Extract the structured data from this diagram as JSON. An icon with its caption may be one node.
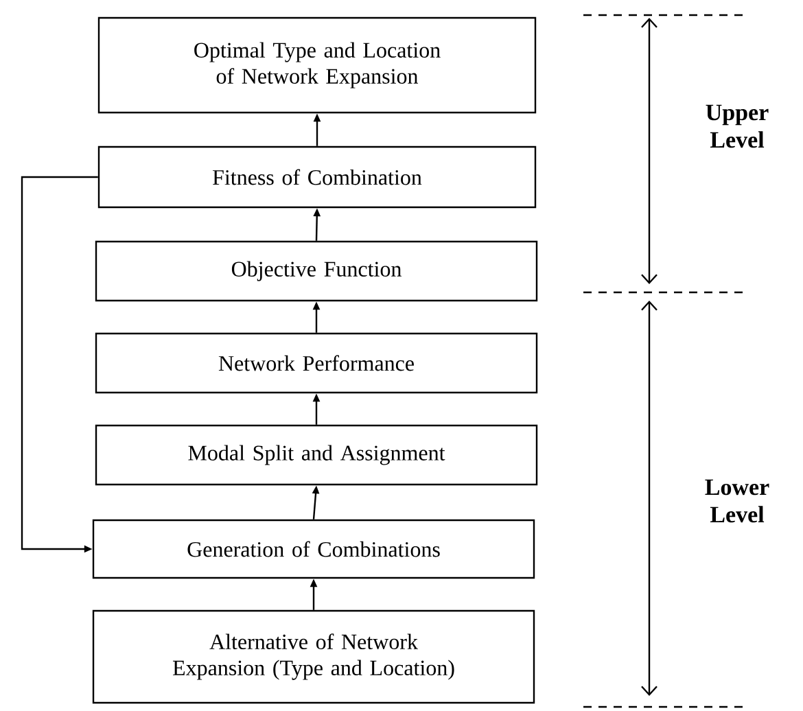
{
  "diagram": {
    "nodes": [
      {
        "text": [
          "Optimal Type and Location of Network Expansion"
        ]
      },
      {
        "text": [
          "Fitness of Combination"
        ]
      },
      {
        "text": [
          "Objective Function"
        ]
      },
      {
        "text": [
          "Network Performance"
        ]
      },
      {
        "text": [
          "Modal Split and Assignment"
        ]
      },
      {
        "text": [
          "Generation of Combinations"
        ]
      },
      {
        "text": [
          "Alternative of Network Expansion (Type and Location)"
        ]
      }
    ],
    "edges": [
      {
        "from": 1,
        "to": 0,
        "arrow": "to"
      },
      {
        "from": 2,
        "to": 1,
        "arrow": "to"
      },
      {
        "from": 3,
        "to": 2,
        "arrow": "to"
      },
      {
        "from": 4,
        "to": 3,
        "arrow": "to"
      },
      {
        "from": 5,
        "to": 4,
        "arrow": "to"
      },
      {
        "from": 6,
        "to": 5,
        "arrow": "to"
      },
      {
        "from": 1,
        "to": 5,
        "arrow": "to"
      }
    ],
    "labels": [
      "Upper Level",
      "Lower Level"
    ]
  }
}
